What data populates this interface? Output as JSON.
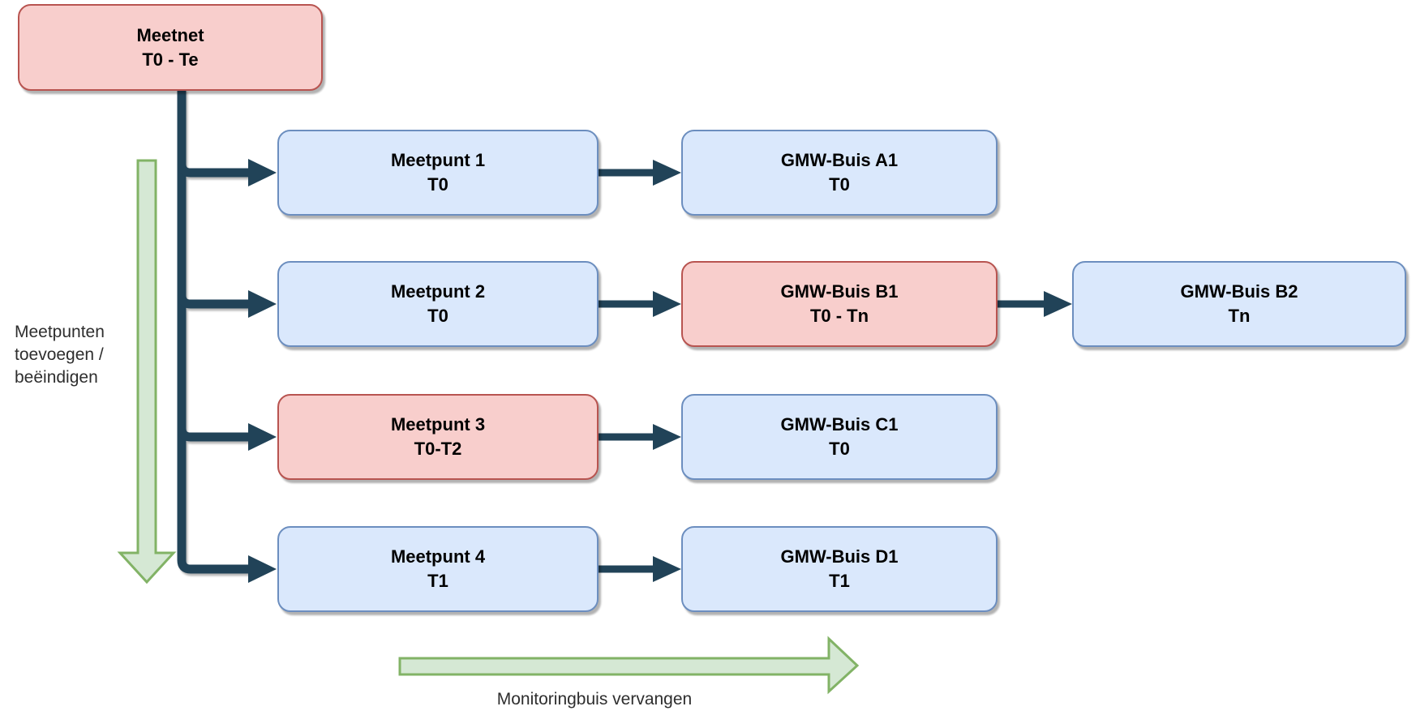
{
  "boxes": {
    "meetnet": {
      "line1": "Meetnet",
      "line2": "T0 - Te",
      "variant": "red"
    },
    "meetpunt1": {
      "line1": "Meetpunt 1",
      "line2": "T0",
      "variant": "blue"
    },
    "meetpunt2": {
      "line1": "Meetpunt 2",
      "line2": "T0",
      "variant": "blue"
    },
    "meetpunt3": {
      "line1": "Meetpunt 3",
      "line2": "T0-T2",
      "variant": "red"
    },
    "meetpunt4": {
      "line1": "Meetpunt 4",
      "line2": "T1",
      "variant": "blue"
    },
    "gmw_a1": {
      "line1": "GMW-Buis A1",
      "line2": "T0",
      "variant": "blue"
    },
    "gmw_b1": {
      "line1": "GMW-Buis B1",
      "line2": "T0 - Tn",
      "variant": "red"
    },
    "gmw_b2": {
      "line1": "GMW-Buis B2",
      "line2": "Tn",
      "variant": "blue"
    },
    "gmw_c1": {
      "line1": "GMW-Buis C1",
      "line2": "T0",
      "variant": "blue"
    },
    "gmw_d1": {
      "line1": "GMW-Buis D1",
      "line2": "T1",
      "variant": "blue"
    }
  },
  "annotations": {
    "left_arrow": {
      "direction": "down",
      "lines": [
        "Meetpunten",
        "toevoegen /",
        "beëindigen"
      ]
    },
    "bottom_arrow": {
      "direction": "right",
      "label": "Monitoringbuis vervangen"
    }
  },
  "colors": {
    "node_red_fill": "#f8cecc",
    "node_red_border": "#b85450",
    "node_blue_fill": "#dae8fc",
    "node_blue_border": "#6c8ebf",
    "green_arrow_fill": "#d5e8d4",
    "green_arrow_border": "#82b366",
    "connector": "#214358",
    "text": "#000000"
  }
}
